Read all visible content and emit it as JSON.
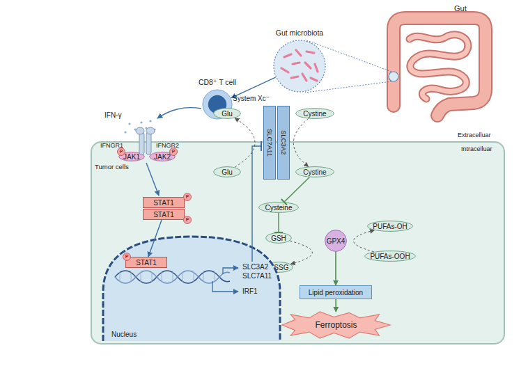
{
  "diagram": {
    "nodes": [
      {
        "text": [
          "Gut microbiota"
        ]
      },
      {
        "text": [
          "CD8⁺ T cell"
        ]
      },
      {
        "text": [
          "Glu"
        ]
      },
      {
        "text": [
          "Cystine"
        ]
      },
      {
        "text": [
          "SLC7A11"
        ]
      },
      {
        "text": [
          "SLC3A2"
        ]
      },
      {
        "text": [
          "Tumor cells"
        ]
      },
      {
        "text": [
          "JAK1"
        ],
        "in": 6
      },
      {
        "text": [
          "JAK2"
        ],
        "in": 6
      },
      {
        "text": [
          "Glu"
        ],
        "in": 6
      },
      {
        "text": [
          "Cystine"
        ],
        "in": 6
      },
      {
        "text": [
          "STAT1"
        ],
        "in": 6
      },
      {
        "text": [
          "STAT1"
        ],
        "in": 6
      },
      {
        "text": [
          "Cysteine"
        ],
        "in": 6
      },
      {
        "text": [
          "GSH"
        ],
        "in": 6
      },
      {
        "text": [
          "GPX4"
        ],
        "in": 6
      },
      {
        "text": [
          "PUFAs-OH"
        ],
        "in": 6
      },
      {
        "text": [
          "PUFAs-OOH"
        ],
        "in": 6
      },
      {
        "text": [
          "GSSG"
        ],
        "in": 6
      },
      {
        "text": [
          "Nucleus"
        ],
        "in": 6
      },
      {
        "text": [
          "STAT1"
        ],
        "in": 19
      },
      {
        "text": [
          "Lipid peroxidation"
        ],
        "in": 6
      },
      {
        "text": [
          "Ferroptosis"
        ],
        "in": 6
      }
    ],
    "edges": [
      {
        "from": 0,
        "to": 1,
        "arrow": "to"
      },
      {
        "from": 9,
        "to": 2,
        "arrow": "to"
      },
      {
        "from": 3,
        "to": 10,
        "arrow": "to"
      },
      {
        "from": 12,
        "to": 20,
        "arrow": "to"
      },
      {
        "from": 10,
        "to": 13,
        "arrow": "to"
      },
      {
        "from": 13,
        "to": 14,
        "arrow": "to"
      },
      {
        "from": 14,
        "to": 18,
        "arrow": "to"
      },
      {
        "from": 17,
        "to": 16,
        "arrow": "to"
      },
      {
        "from": 15,
        "to": 21,
        "arrow": "to"
      },
      {
        "from": 21,
        "to": 22,
        "arrow": "to"
      }
    ],
    "labels": [
      "Gut",
      "IFN-γ",
      "IFNGR1",
      "IFNGR2",
      "System Xc⁻",
      "Extracelluar",
      "Intracelluar",
      "SLC3A2",
      "SLC7A11",
      "IRF1",
      "P",
      "P",
      "P",
      "P",
      "P"
    ]
  }
}
